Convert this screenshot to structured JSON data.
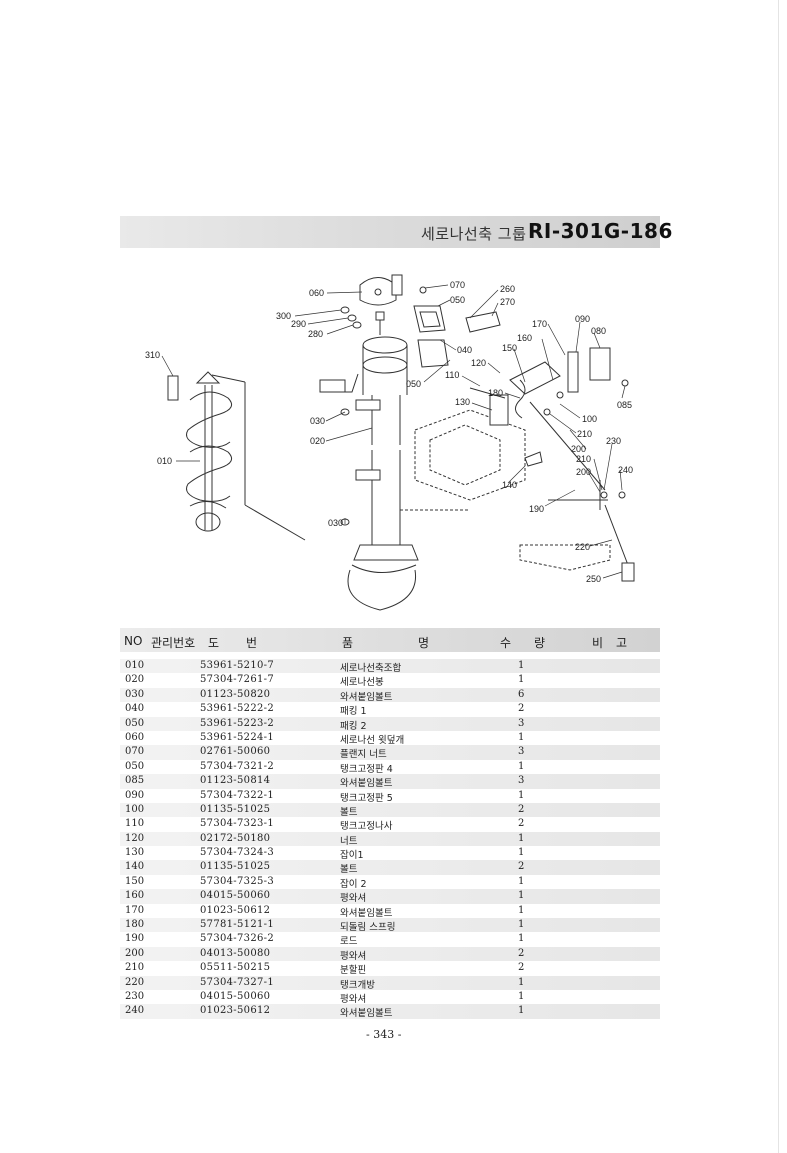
{
  "title": {
    "group_name": "세로나선축 그룹",
    "code": "RI-301G-186"
  },
  "diagram": {
    "callouts": [
      "060",
      "070",
      "260",
      "050",
      "270",
      "300",
      "290",
      "280",
      "170",
      "090",
      "080",
      "040",
      "160",
      "310",
      "150",
      "120",
      "110",
      "180",
      "050",
      "085",
      "030",
      "130",
      "100",
      "210",
      "020",
      "200",
      "230",
      "210",
      "240",
      "200",
      "010",
      "140",
      "190",
      "030",
      "220",
      "250"
    ]
  },
  "table": {
    "headers": [
      "NO",
      "관리번호",
      "도",
      "번",
      "품",
      "명",
      "수",
      "량",
      "비",
      "고"
    ],
    "rows": [
      {
        "no": "010",
        "part": "53961-5210-7",
        "name": "세로나선축조합",
        "qty": "1"
      },
      {
        "no": "020",
        "part": "57304-7261-7",
        "name": "세로나선봉",
        "qty": "1"
      },
      {
        "no": "030",
        "part": "01123-50820",
        "name": "와셔붙임볼트",
        "qty": "6"
      },
      {
        "no": "040",
        "part": "53961-5222-2",
        "name": "패킹 1",
        "qty": "2"
      },
      {
        "no": "050",
        "part": "53961-5223-2",
        "name": "패킹 2",
        "qty": "3"
      },
      {
        "no": "060",
        "part": "53961-5224-1",
        "name": "세로나선 윗덮개",
        "qty": "1"
      },
      {
        "no": "070",
        "part": "02761-50060",
        "name": "플랜지 너트",
        "qty": "3"
      },
      {
        "no": "050",
        "part": "57304-7321-2",
        "name": "탱크고정판 4",
        "qty": "1"
      },
      {
        "no": "085",
        "part": "01123-50814",
        "name": "와셔붙임볼트",
        "qty": "3"
      },
      {
        "no": "090",
        "part": "57304-7322-1",
        "name": "탱크고정판 5",
        "qty": "1"
      },
      {
        "no": "100",
        "part": "01135-51025",
        "name": "볼트",
        "qty": "2"
      },
      {
        "no": "110",
        "part": "57304-7323-1",
        "name": "탱크고정나사",
        "qty": "2"
      },
      {
        "no": "120",
        "part": "02172-50180",
        "name": "너트",
        "qty": "1"
      },
      {
        "no": "130",
        "part": "57304-7324-3",
        "name": "잡이1",
        "qty": "1"
      },
      {
        "no": "140",
        "part": "01135-51025",
        "name": "볼트",
        "qty": "2"
      },
      {
        "no": "150",
        "part": "57304-7325-3",
        "name": "잡이 2",
        "qty": "1"
      },
      {
        "no": "160",
        "part": "04015-50060",
        "name": "평와셔",
        "qty": "1"
      },
      {
        "no": "170",
        "part": "01023-50612",
        "name": "와셔붙임볼트",
        "qty": "1"
      },
      {
        "no": "180",
        "part": "57781-5121-1",
        "name": "되돌림 스프링",
        "qty": "1"
      },
      {
        "no": "190",
        "part": "57304-7326-2",
        "name": "로드",
        "qty": "1"
      },
      {
        "no": "200",
        "part": "04013-50080",
        "name": "평와셔",
        "qty": "2"
      },
      {
        "no": "210",
        "part": "05511-50215",
        "name": "분할핀",
        "qty": "2"
      },
      {
        "no": "220",
        "part": "57304-7327-1",
        "name": "탱크개방",
        "qty": "1"
      },
      {
        "no": "230",
        "part": "04015-50060",
        "name": "평와셔",
        "qty": "1"
      },
      {
        "no": "240",
        "part": "01023-50612",
        "name": "와셔붙임볼트",
        "qty": "1"
      }
    ]
  },
  "page_number": "- 343 -"
}
